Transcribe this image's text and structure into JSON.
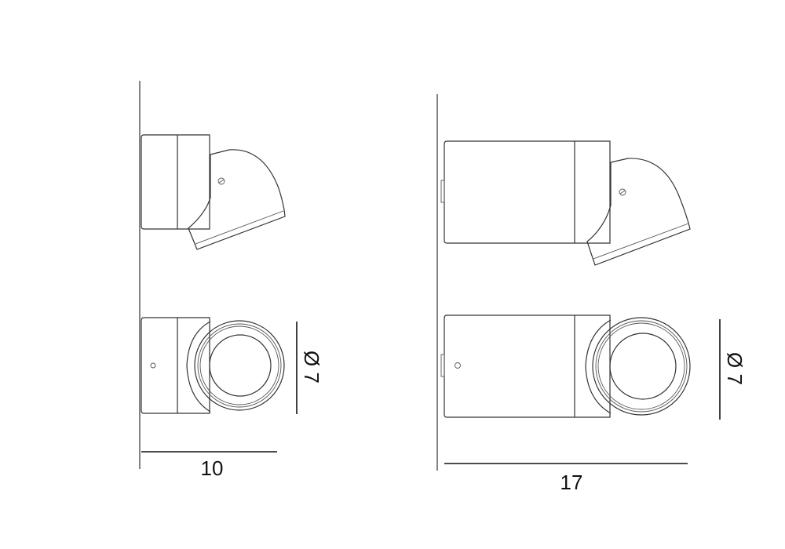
{
  "drawing": {
    "small_fixture": {
      "width_label": "10",
      "diameter_label": "Ø 7"
    },
    "large_fixture": {
      "width_label": "17",
      "diameter_label": "Ø 7"
    },
    "line_color": "#333333"
  }
}
